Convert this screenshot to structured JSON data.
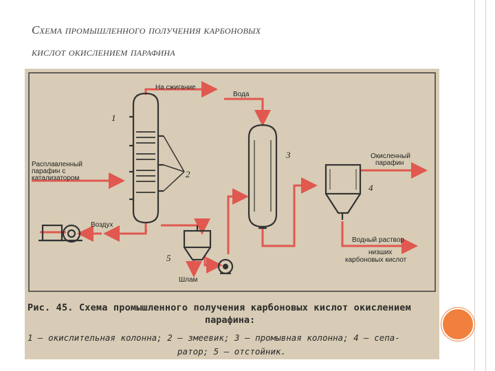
{
  "slide": {
    "title_line1": "Схема промышленного получения карбоновых",
    "title_line2": "кислот окислением парафина"
  },
  "diagram": {
    "labels": {
      "burn": "На сжигание",
      "water": "Вода",
      "molten_1": "Расплавленный",
      "molten_2": "парафин с",
      "molten_3": "катализатором",
      "air": "Воздух",
      "oxidized_1": "Окисленный",
      "oxidized_2": "парафин",
      "aqueous": "Водный раствор",
      "lower_acids_1": "низших",
      "lower_acids_2": "карбоновых кислот",
      "sludge": "Шлам"
    },
    "numbers": {
      "n1": "1",
      "n2": "2",
      "n3": "3",
      "n4": "4",
      "n5": "5"
    }
  },
  "caption": {
    "line1": "Рис. 45. Схема промышленного получения карбоновых кислот окислением",
    "line2": "парафина:",
    "line3": "1 — окислительная колонна; 2 — змеевик; 3 — промывная колонна; 4 — сепа-",
    "line4": "ратор; 5 — отстойник."
  },
  "colors": {
    "background": "#ffffff",
    "title_text": "#404040",
    "photo_paper": "#d8ccb6",
    "flow_arrows": "#e0584f",
    "equipment_lines": "#333333",
    "accent_circle": "#f1803f"
  }
}
